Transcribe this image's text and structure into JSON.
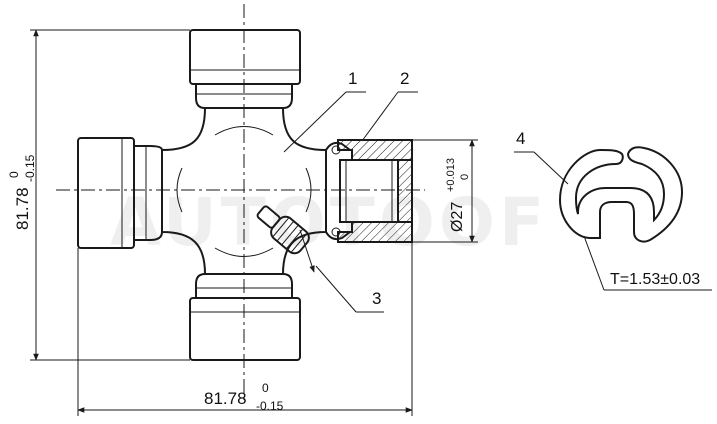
{
  "watermark": "AUTOTOOF",
  "callouts": {
    "c1": "1",
    "c2": "2",
    "c3": "3",
    "c4": "4"
  },
  "dimensions": {
    "vertical": {
      "nominal": "81.78",
      "upper": "0",
      "lower": "-0.15"
    },
    "horizontal": {
      "nominal": "81.78",
      "upper": "0",
      "lower": "-0.15"
    },
    "cup_diameter": {
      "nominal": "Ø27",
      "upper": "+0.013",
      "lower": "0"
    },
    "seal_thickness": "T=1.53±0.03"
  }
}
